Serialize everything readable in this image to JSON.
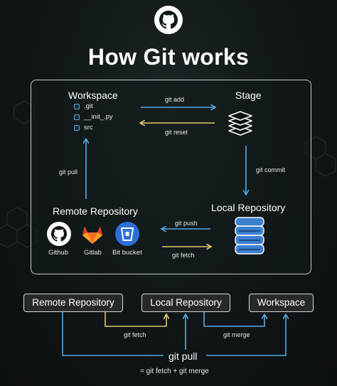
{
  "title": "How Git works",
  "colors": {
    "blue": "#5aa8e0",
    "yellow": "#e3c66a",
    "background": "#111718"
  },
  "panel": {
    "workspace": {
      "label": "Workspace",
      "files": [
        ".git",
        "__init_.py",
        "src"
      ]
    },
    "stage": {
      "label": "Stage"
    },
    "local_repository": {
      "label": "Local Repository"
    },
    "remote_repository": {
      "label": "Remote Repository",
      "hosts": [
        {
          "name": "Github",
          "icon": "github-icon"
        },
        {
          "name": "Gitlab",
          "icon": "gitlab-icon"
        },
        {
          "name": "Bit bucket",
          "icon": "bitbucket-icon"
        }
      ]
    },
    "commands": {
      "git_add": "git add",
      "git_reset": "git reset",
      "git_commit": "git commit",
      "git_push": "git push",
      "git_fetch": "git fetch",
      "git_pull": "git pull"
    }
  },
  "bottom": {
    "remote_repository": "Remote Repository",
    "local_repository": "Local Repository",
    "workspace": "Workspace",
    "git_fetch": "git fetch",
    "git_merge": "git merge",
    "git_pull": "git pull",
    "formula": "= git fetch + git merge"
  }
}
